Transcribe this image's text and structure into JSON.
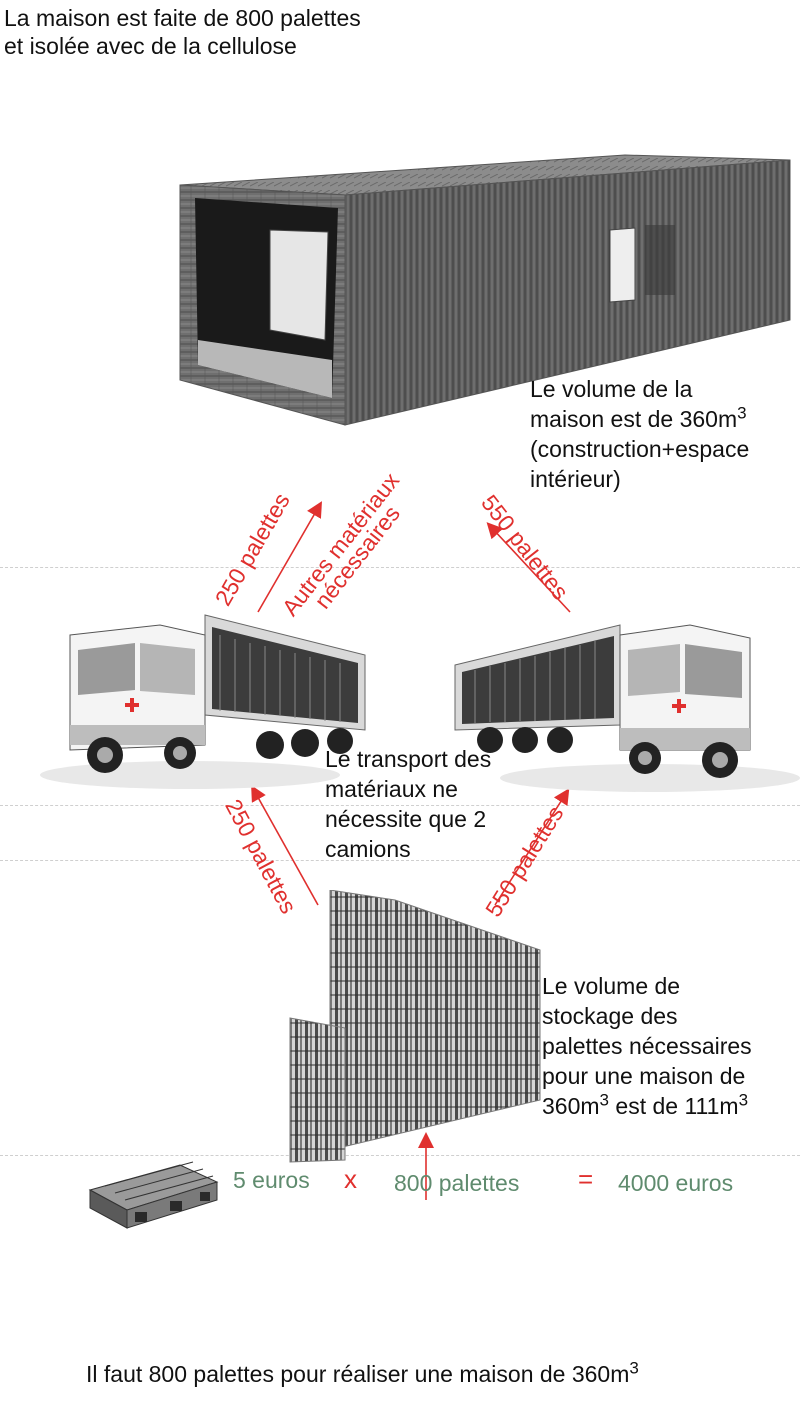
{
  "title": {
    "line1": "La maison est faite de 800 palettes",
    "line2": "et isolée avec de la cellulose"
  },
  "house_volume": {
    "line1": "Le volume de la",
    "line2": "maison est de 360m",
    "line2_sup": "3",
    "line3": "(construction+espace",
    "line4": " intérieur)"
  },
  "arrows": {
    "truck_left_to_house": "250 palettes",
    "truck_right_to_house": "550 palettes",
    "other_materials_line1": "Autres matériaux",
    "other_materials_line2": "nécessaires",
    "stock_to_truck_left": "250 palettes",
    "stock_to_truck_right": "550 palettes"
  },
  "transport": {
    "line1": "Le transport des",
    "line2": "matériaux ne",
    "line3": "nécessite que 2",
    "line4": "camions"
  },
  "storage_volume": {
    "line1": "Le volume de",
    "line2": " stockage des",
    "line3": "palettes nécessaires",
    "line4": "pour une  maison de",
    "line5a": "360m",
    "line5a_sup": "3",
    "line5b": " est de 111m",
    "line5b_sup": "3"
  },
  "cost": {
    "price": "5 euros",
    "times": "x",
    "quantity": "800 palettes",
    "equals": "=",
    "total": "4000 euros"
  },
  "conclusion": {
    "text": "Il faut 800 palettes pour réaliser une maison de 360m",
    "sup": "3"
  },
  "colors": {
    "accent_red": "#e0302e",
    "cost_green": "#5f8b6e"
  }
}
